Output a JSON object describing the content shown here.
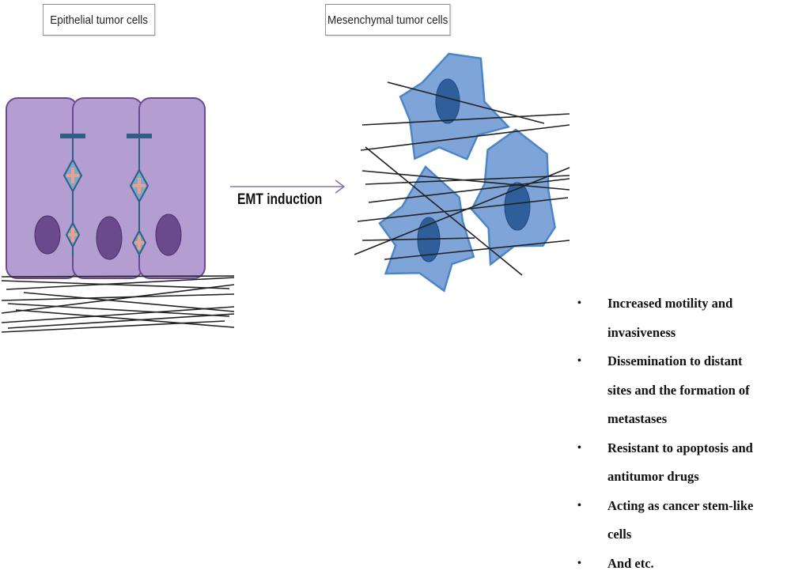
{
  "labels": {
    "epithelial": "Epithelial tumor cells",
    "mesenchymal": "Mesenchymal tumor cells",
    "emt": "EMT induction"
  },
  "outcomes": [
    {
      "line1": "Increased motility and",
      "line2": "invasiveness"
    },
    {
      "line1": "Dissemination to distant",
      "line2": "sites and the formation  of",
      "line3": "metastases"
    },
    {
      "line1": "Resistant to apoptosis and",
      "line2": "antitumor drugs"
    },
    {
      "line1": "Acting as cancer stem-like",
      "line2": "cells"
    },
    {
      "line1": "And etc."
    }
  ],
  "colors": {
    "epithelial_cell": "#b39dd1",
    "epithelial_border": "#6b4a93",
    "nucleus_epithelial": "#6a4a8c",
    "mesenchymal_cell": "#7ea4d8",
    "mesenchymal_border": "#4a86c8",
    "nucleus_mesenchymal": "#2f5f9a",
    "junction": "#2e5f86",
    "junction_cross": "#e8a090",
    "arrow": "#8870b0",
    "matrix_fiber": "#222222"
  }
}
